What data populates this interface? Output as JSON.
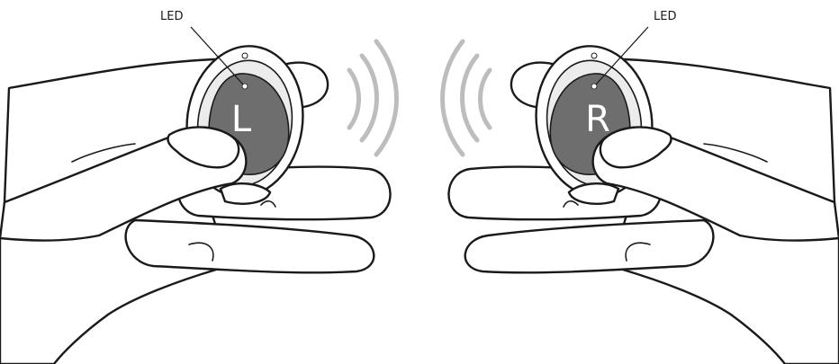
{
  "labels": {
    "left_led": "LED",
    "right_led": "LED",
    "left_letter": "L",
    "right_letter": "R"
  },
  "colors": {
    "button_fill": "#6e6e6e",
    "sound_waves": "#bdbdbd",
    "outline": "#1a1a1a"
  },
  "icons": {
    "left": "left-earbud-icon",
    "right": "right-earbud-icon",
    "waves": "sound-waves-icon"
  }
}
